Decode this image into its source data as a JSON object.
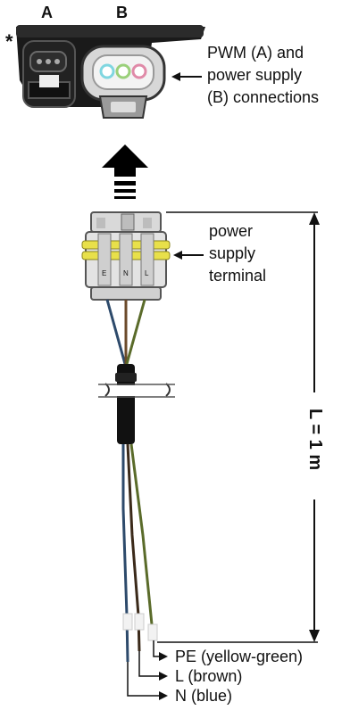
{
  "connector": {
    "label_a": "A",
    "label_b": "B",
    "star": "*",
    "callout": [
      "PWM (A) and",
      "power supply",
      "(B) connections"
    ]
  },
  "terminal": {
    "callout": [
      "power",
      "supply",
      "terminal"
    ],
    "pin_marks": [
      "E",
      "N",
      "L"
    ]
  },
  "cable": {
    "length_label": "L = 1 m"
  },
  "wires": [
    {
      "label": "PE (yellow-green)",
      "color": "#5a6b2a"
    },
    {
      "label": "L (brown)",
      "color": "#6b4a2a"
    },
    {
      "label": "N (blue)",
      "color": "#2d4a6b"
    }
  ],
  "colors": {
    "housing": "#1a1a1a",
    "terminal": "#d9d9d9",
    "seal": "#e8e04a",
    "pin_cyan": "#7fd6e0",
    "pin_green": "#9ad07a",
    "pin_pink": "#e08aa8"
  }
}
